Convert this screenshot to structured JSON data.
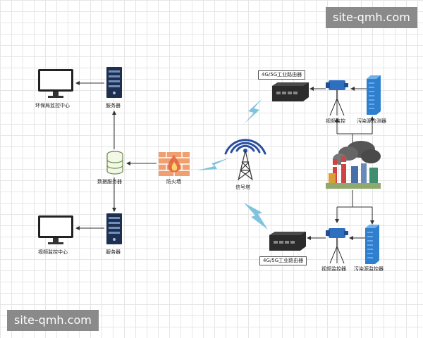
{
  "watermarks": {
    "top_right": "site-qmh.com",
    "bottom_left": "site-qmh.com"
  },
  "nodes": {
    "env_monitor_center": "环保局监控中心",
    "server_top": "服务器",
    "data_server": "数据服务器",
    "firewall": "防火墙",
    "signal_tower": "信号塔",
    "video_monitor_center": "视频监控中心",
    "server_bottom": "服务器",
    "router_top": "4G/5G工业路由器",
    "router_bottom": "4G/5G工业路由器",
    "camera_top": "视频监控",
    "pollution_top": "污染源检测器",
    "camera_bottom": "视频监控器",
    "pollution_bottom": "污染源监控器"
  },
  "colors": {
    "wire": "#333333",
    "lightning": "#7fc3df",
    "tower_arc": "#2a4f9e",
    "server": "#1f2f4f",
    "firewall": "#e58a55",
    "detector": "#2f7fcf"
  }
}
